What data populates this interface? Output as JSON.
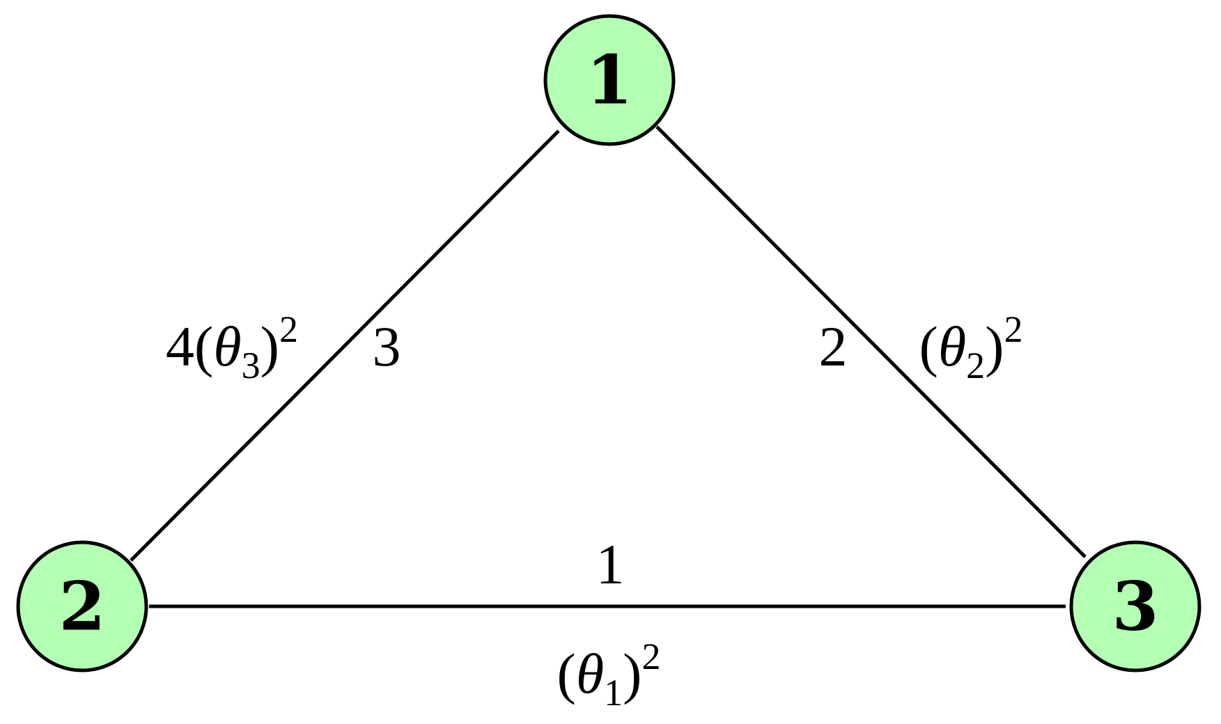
{
  "diagram": {
    "node_fill": "#b3ffb3",
    "stroke_color": "#000000",
    "nodes": [
      {
        "id": "1",
        "label": "1"
      },
      {
        "id": "2",
        "label": "2"
      },
      {
        "id": "3",
        "label": "3"
      }
    ],
    "edges": [
      {
        "from": "2",
        "to": "3",
        "label": "1",
        "weight": {
          "coefficient": "",
          "variable": "θ",
          "subscript": "1",
          "exponent": "2"
        }
      },
      {
        "from": "1",
        "to": "3",
        "label": "2",
        "weight": {
          "coefficient": "",
          "variable": "θ",
          "subscript": "2",
          "exponent": "2"
        }
      },
      {
        "from": "1",
        "to": "2",
        "label": "3",
        "weight": {
          "coefficient": "4",
          "variable": "θ",
          "subscript": "3",
          "exponent": "2"
        }
      }
    ]
  }
}
